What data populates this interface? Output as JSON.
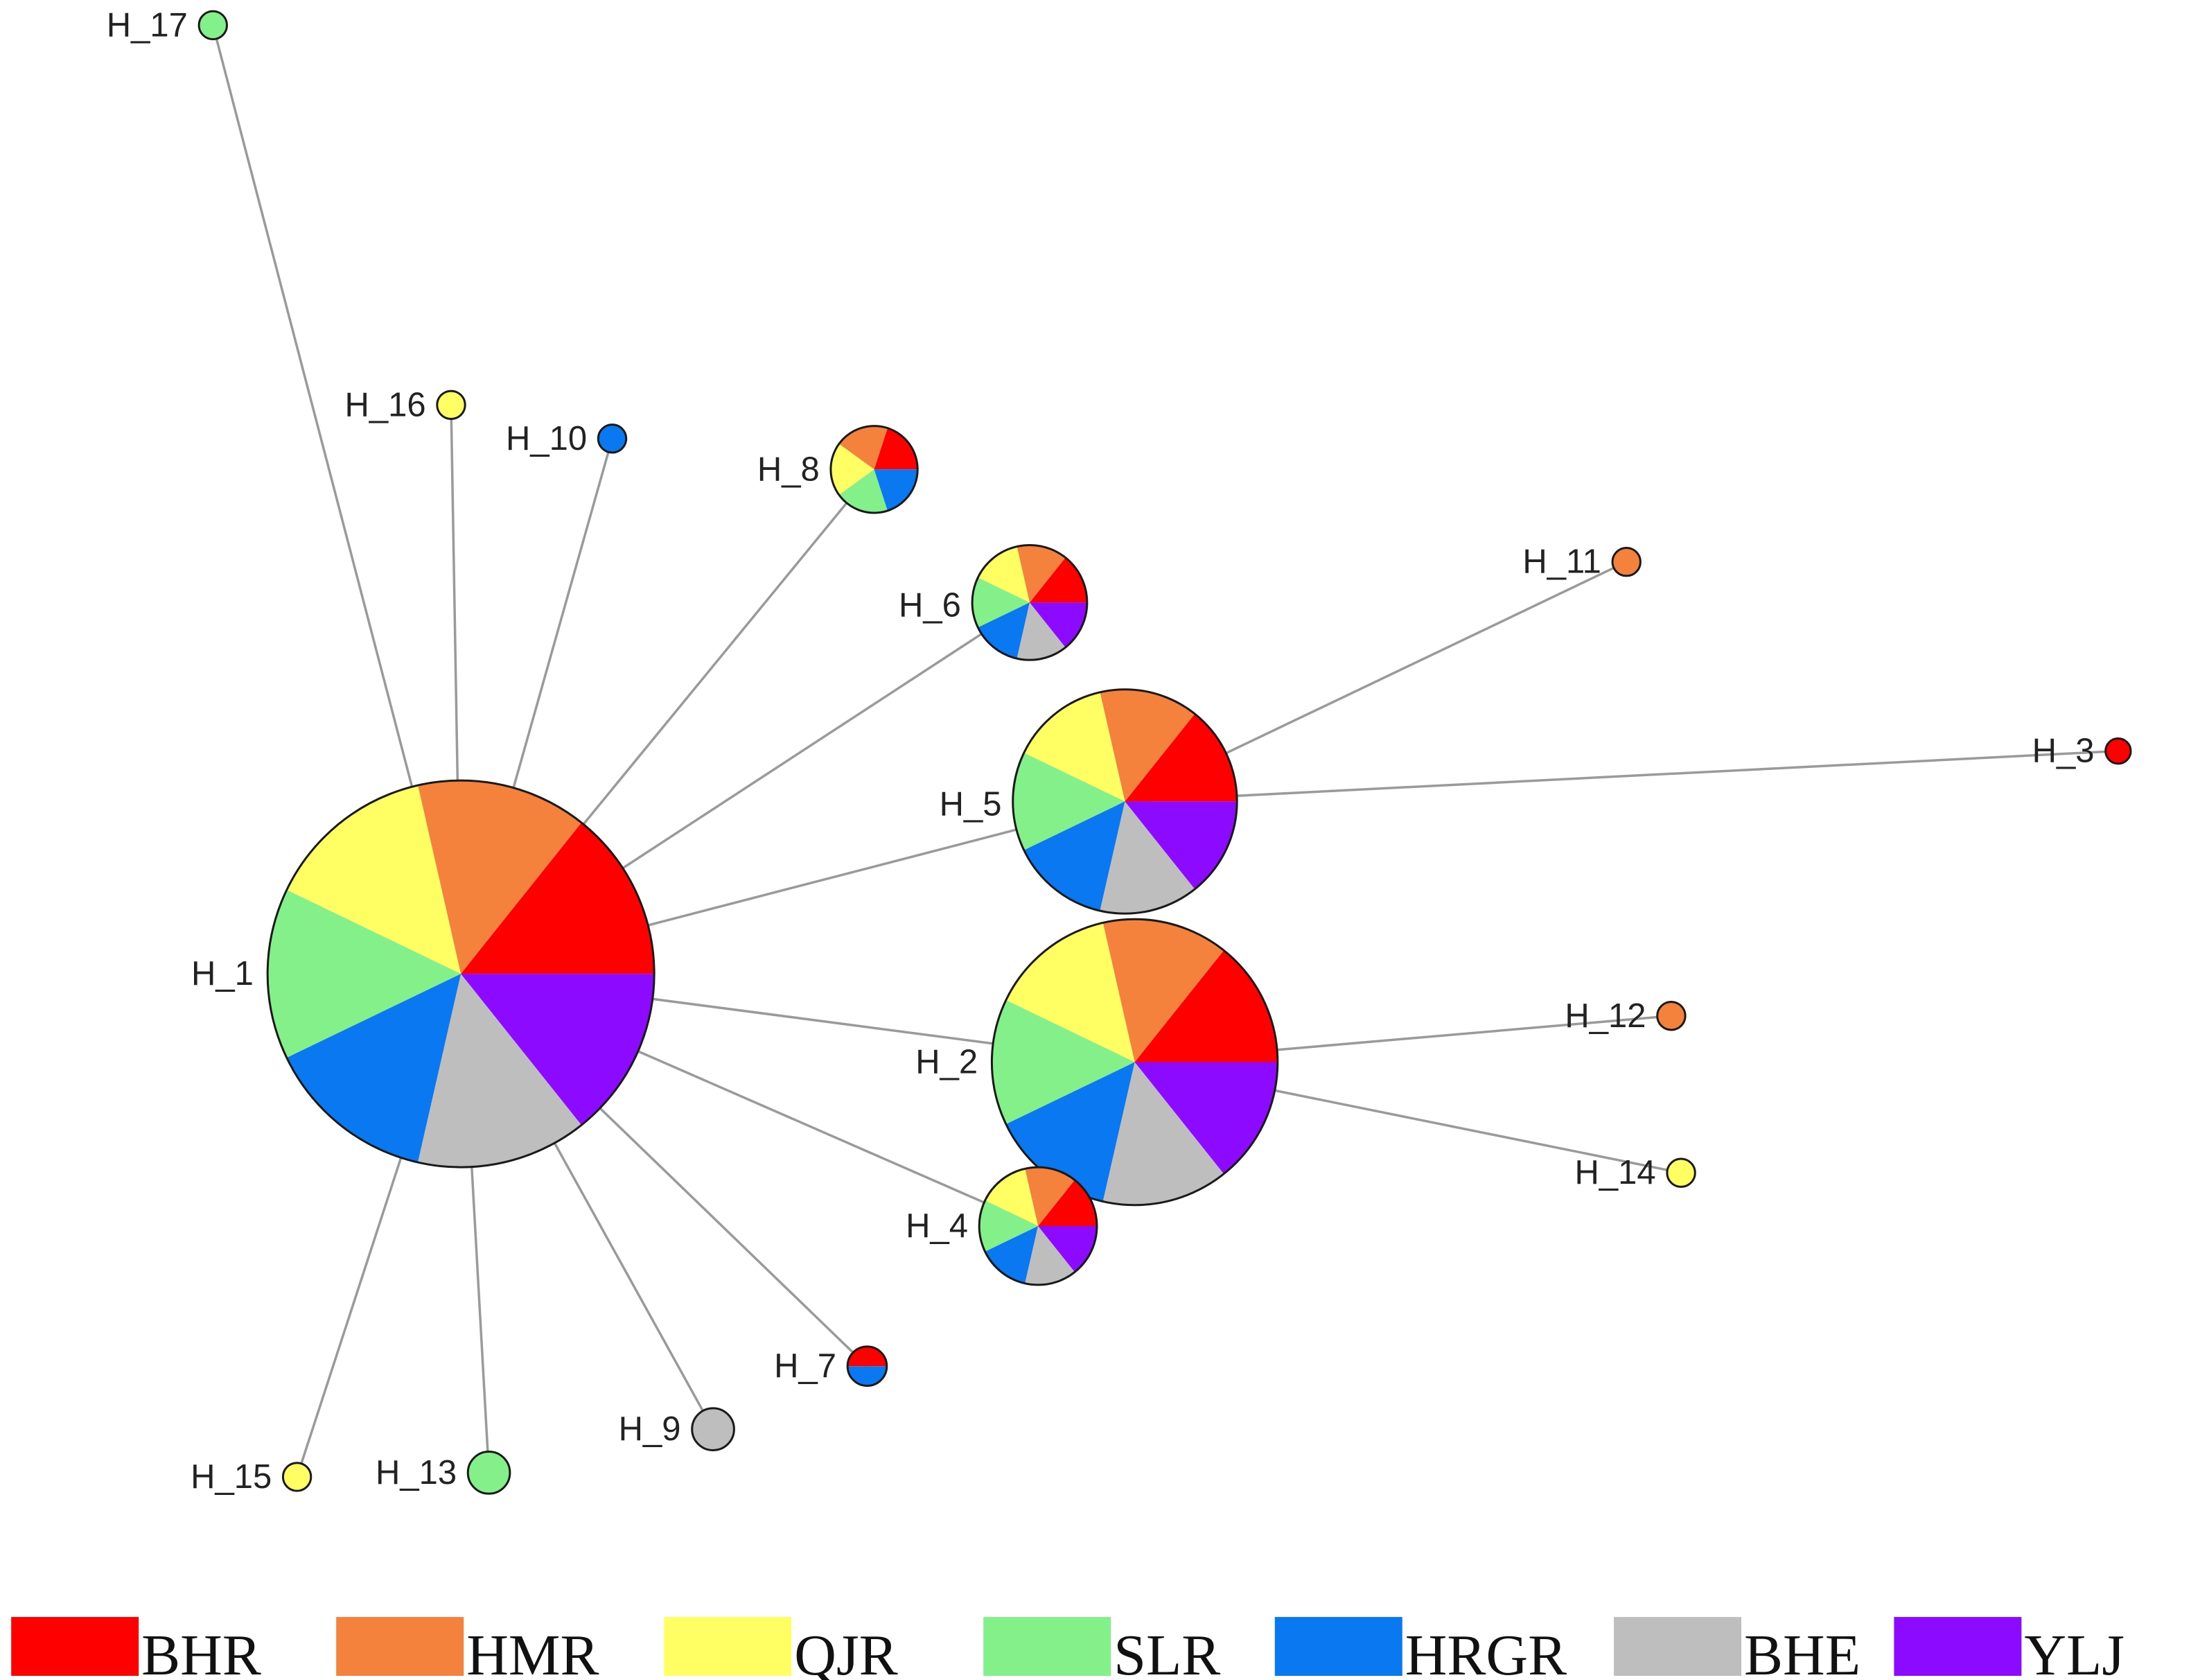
{
  "groups": [
    {
      "id": "BHR",
      "label": "BHR",
      "color": "#ff0000"
    },
    {
      "id": "HMR",
      "label": "HMR",
      "color": "#f4823c"
    },
    {
      "id": "QJR",
      "label": "QJR",
      "color": "#ffff64"
    },
    {
      "id": "SLR",
      "label": "SLR",
      "color": "#84f08a"
    },
    {
      "id": "HRGR",
      "label": "HRGR",
      "color": "#0a78f0"
    },
    {
      "id": "BHE",
      "label": "BHE",
      "color": "#bebebe"
    },
    {
      "id": "YLJ",
      "label": "YLJ",
      "color": "#8c0aff"
    }
  ],
  "haplotypes": [
    {
      "id": "H_1",
      "label": "H_1",
      "composition": {
        "BHR": 1,
        "HMR": 1,
        "QJR": 1,
        "SLR": 1,
        "HRGR": 1,
        "BHE": 1,
        "YLJ": 1
      }
    },
    {
      "id": "H_2",
      "label": "H_2",
      "composition": {
        "BHR": 1,
        "HMR": 1,
        "QJR": 1,
        "SLR": 1,
        "HRGR": 1,
        "BHE": 1,
        "YLJ": 1
      }
    },
    {
      "id": "H_3",
      "label": "H_3",
      "composition": {
        "BHR": 1
      }
    },
    {
      "id": "H_4",
      "label": "H_4",
      "composition": {
        "BHR": 1,
        "HMR": 1,
        "QJR": 1,
        "SLR": 1,
        "HRGR": 1,
        "BHE": 1,
        "YLJ": 1
      }
    },
    {
      "id": "H_5",
      "label": "H_5",
      "composition": {
        "BHR": 1,
        "HMR": 1,
        "QJR": 1,
        "SLR": 1,
        "HRGR": 1,
        "BHE": 1,
        "YLJ": 1
      }
    },
    {
      "id": "H_6",
      "label": "H_6",
      "composition": {
        "BHR": 1,
        "HMR": 1,
        "QJR": 1,
        "SLR": 1,
        "HRGR": 1,
        "BHE": 1,
        "YLJ": 1
      }
    },
    {
      "id": "H_7",
      "label": "H_7",
      "composition": {
        "BHR": 1,
        "HRGR": 1
      }
    },
    {
      "id": "H_8",
      "label": "H_8",
      "composition": {
        "BHR": 1,
        "HMR": 1,
        "QJR": 1,
        "SLR": 1,
        "HRGR": 1
      }
    },
    {
      "id": "H_9",
      "label": "H_9",
      "composition": {
        "BHE": 1
      }
    },
    {
      "id": "H_10",
      "label": "H_10",
      "composition": {
        "HRGR": 1
      }
    },
    {
      "id": "H_11",
      "label": "H_11",
      "composition": {
        "HMR": 1
      }
    },
    {
      "id": "H_12",
      "label": "H_12",
      "composition": {
        "HMR": 1
      }
    },
    {
      "id": "H_13",
      "label": "H_13",
      "composition": {
        "SLR": 1
      }
    },
    {
      "id": "H_14",
      "label": "H_14",
      "composition": {
        "QJR": 1
      }
    },
    {
      "id": "H_15",
      "label": "H_15",
      "composition": {
        "QJR": 1
      }
    },
    {
      "id": "H_16",
      "label": "H_16",
      "composition": {
        "QJR": 1
      }
    },
    {
      "id": "H_17",
      "label": "H_17",
      "composition": {
        "SLR": 1
      }
    }
  ],
  "links": [
    [
      "H_1",
      "H_17"
    ],
    [
      "H_1",
      "H_16"
    ],
    [
      "H_1",
      "H_10"
    ],
    [
      "H_1",
      "H_8"
    ],
    [
      "H_1",
      "H_6"
    ],
    [
      "H_1",
      "H_5"
    ],
    [
      "H_1",
      "H_2"
    ],
    [
      "H_1",
      "H_4"
    ],
    [
      "H_1",
      "H_7"
    ],
    [
      "H_1",
      "H_9"
    ],
    [
      "H_1",
      "H_13"
    ],
    [
      "H_1",
      "H_15"
    ],
    [
      "H_5",
      "H_11"
    ],
    [
      "H_5",
      "H_3"
    ],
    [
      "H_2",
      "H_12"
    ],
    [
      "H_2",
      "H_14"
    ]
  ]
}
